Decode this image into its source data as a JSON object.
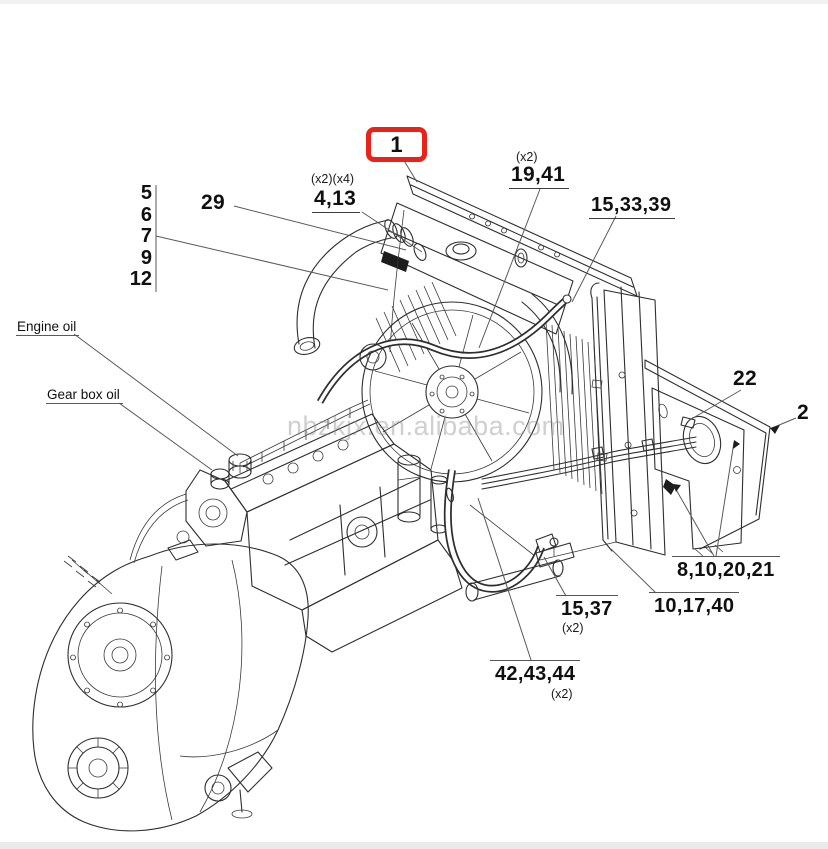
{
  "page": {
    "background": "#ffffff",
    "top_strip_color": "#f1f1f1",
    "bottom_strip_color": "#eaeaea"
  },
  "diagram": {
    "type": "engine-cooling-system-parts-diagram",
    "watermark": "nbzkjx.en.alibaba.com",
    "highlight_color": "#e8241a",
    "line_color": "#2e2e2e",
    "callouts": {
      "ref_1": {
        "label": "1",
        "highlighted": true
      },
      "ref_29": {
        "label": "29"
      },
      "ref_4_13": {
        "label": "4,13",
        "qty": "(x2)(x4)"
      },
      "ref_19_41": {
        "label": "19,41",
        "qty": "(x2)"
      },
      "ref_15_33_39": {
        "label": "15,33,39"
      },
      "ref_5_6_7_9_12": {
        "items": [
          "5",
          "6",
          "7",
          "9",
          "12"
        ]
      },
      "engine_oil": {
        "label": "Engine oil"
      },
      "gear_box_oil": {
        "label": "Gear box oil"
      },
      "ref_22": {
        "label": "22"
      },
      "ref_2": {
        "label": "2"
      },
      "ref_8_10_20_21": {
        "label": "8,10,20,21"
      },
      "ref_10_17_40": {
        "label": "10,17,40"
      },
      "ref_15_37": {
        "label": "15,37",
        "qty": "(x2)"
      },
      "ref_42_43_44": {
        "label": "42,43,44",
        "qty": "(x2)"
      }
    }
  }
}
